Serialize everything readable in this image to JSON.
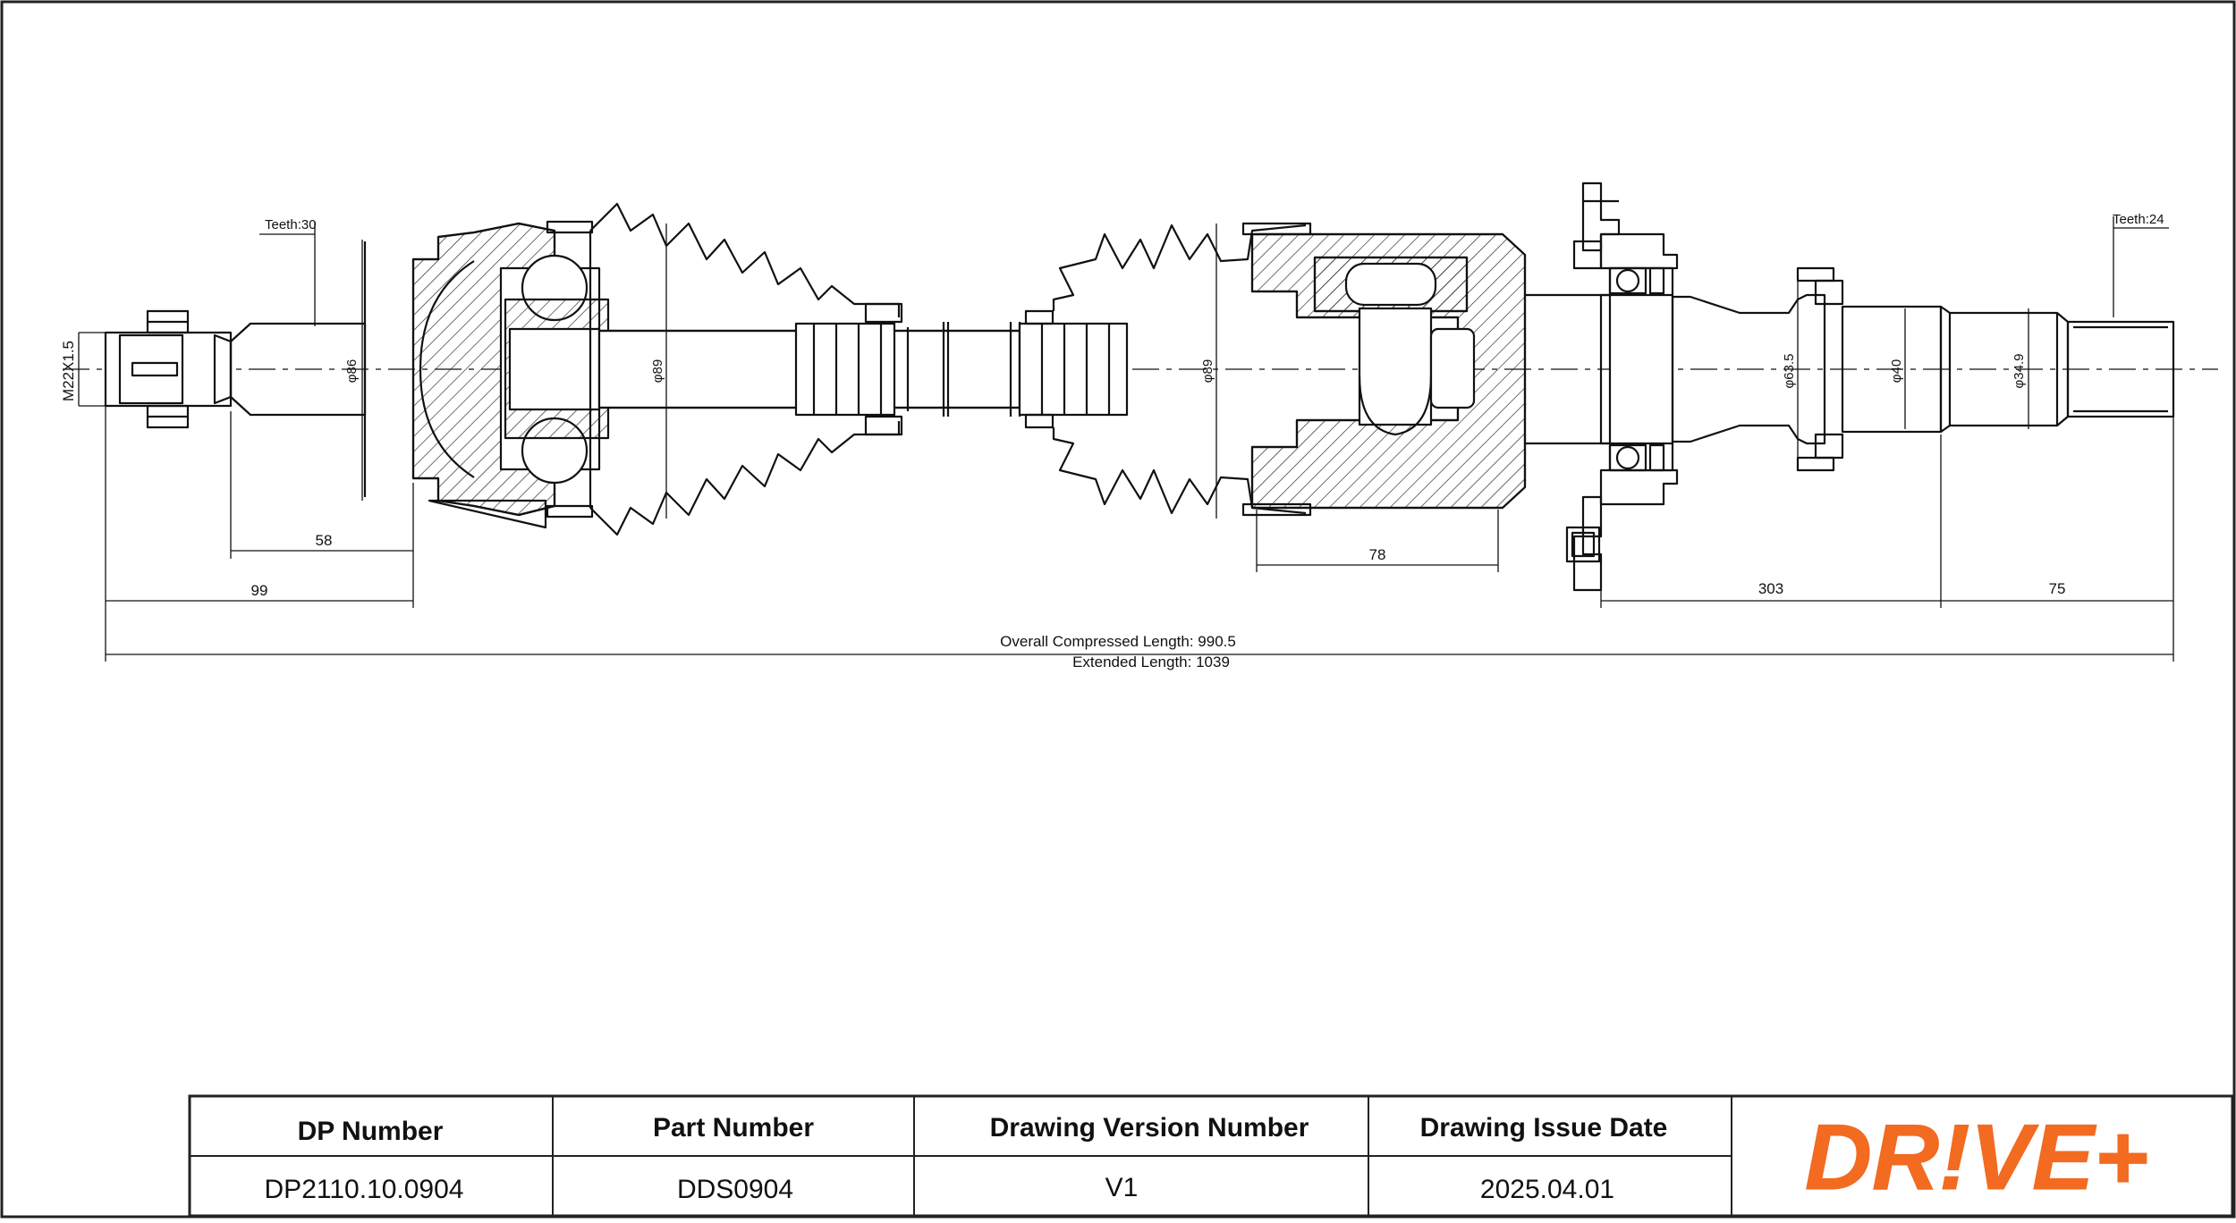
{
  "drawing": {
    "thread_label": "M22X1.5",
    "teeth_left": "Teeth:30",
    "teeth_right": "Teeth:24",
    "dim_d86": "φ86",
    "dim_d89_left": "φ89",
    "dim_d89_right": "φ89",
    "dim_d63_5": "φ63.5",
    "dim_d40": "φ40",
    "dim_d34_9": "φ34.9",
    "dim_58": "58",
    "dim_99": "99",
    "dim_78": "78",
    "dim_303": "303",
    "dim_75": "75",
    "overall_compressed": "Overall  Compressed  Length: 990.5",
    "extended_length": "Extended  Length: 1039"
  },
  "title_block": {
    "headers": [
      "DP Number",
      "Part Number",
      "Drawing Version Number",
      "Drawing Issue Date"
    ],
    "values": [
      "DP2110.10.0904",
      "DDS0904",
      "V1",
      "2025.04.01"
    ],
    "logo_text": "DR!VE+",
    "logo_color": "#f26b21"
  }
}
